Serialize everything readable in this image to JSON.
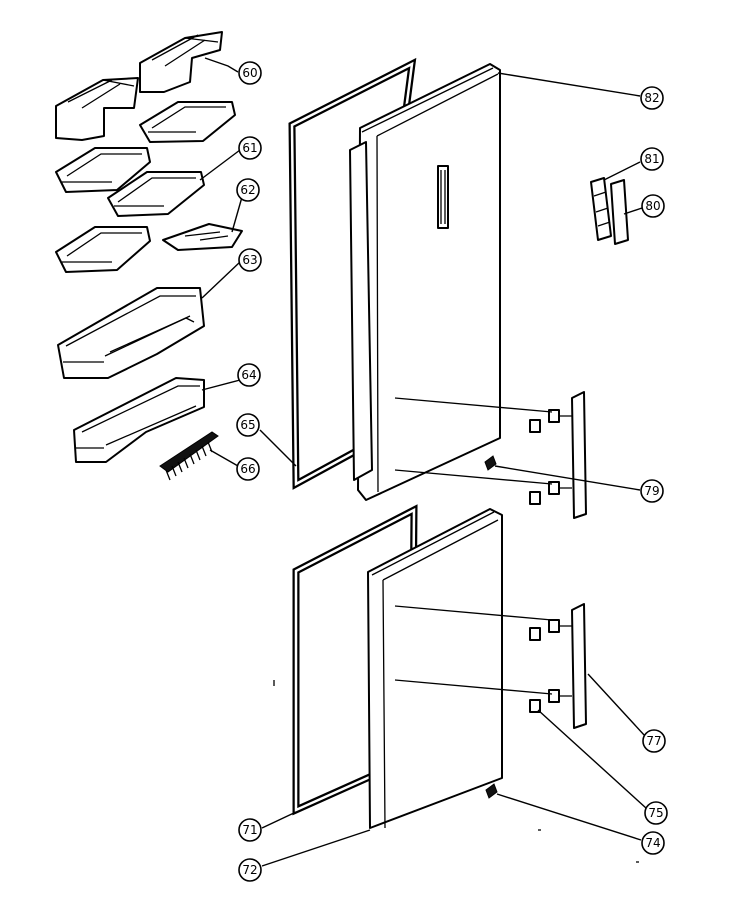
{
  "diagram": {
    "callouts": [
      {
        "id": "c60",
        "label": "60"
      },
      {
        "id": "c61",
        "label": "61"
      },
      {
        "id": "c62",
        "label": "62"
      },
      {
        "id": "c63",
        "label": "63"
      },
      {
        "id": "c64",
        "label": "64"
      },
      {
        "id": "c65",
        "label": "65"
      },
      {
        "id": "c66",
        "label": "66"
      },
      {
        "id": "c71",
        "label": "71"
      },
      {
        "id": "c72",
        "label": "72"
      },
      {
        "id": "c74",
        "label": "74"
      },
      {
        "id": "c75",
        "label": "75"
      },
      {
        "id": "c77",
        "label": "77"
      },
      {
        "id": "c79",
        "label": "79"
      },
      {
        "id": "c80",
        "label": "80"
      },
      {
        "id": "c81",
        "label": "81"
      },
      {
        "id": "c82",
        "label": "82"
      }
    ]
  }
}
